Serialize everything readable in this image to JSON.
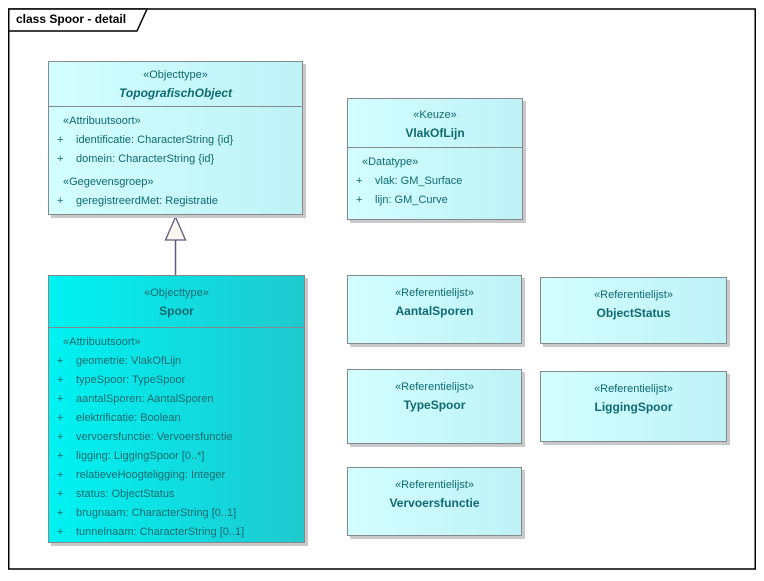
{
  "frame": {
    "label": "class Spoor - detail"
  },
  "colors": {
    "bright_cyan": "#00F2F2",
    "light_cyan": "#CFFDFE",
    "text_teal": "#0D6B70",
    "box_border": "#85898B",
    "shadow_gray": "#C9C9C9",
    "arrow_line": "#5A5E84"
  },
  "relationships": [
    {
      "type": "generalization",
      "from": "Spoor",
      "to": "TopografischObject"
    }
  ],
  "classes": [
    {
      "stereotype": "«Objecttype»",
      "name": "TopografischObject",
      "sections": [
        {
          "label": "«Attribuutsoort»",
          "attrs": [
            {
              "vis": "+",
              "text": "identificatie: CharacterString {id}"
            },
            {
              "vis": "+",
              "text": "domein: CharacterString {id}"
            }
          ]
        },
        {
          "label": "«Gegevensgroep»",
          "attrs": [
            {
              "vis": "+",
              "text": "geregistreerdMet: Registratie"
            }
          ]
        }
      ]
    },
    {
      "stereotype": "«Keuze»",
      "name": "VlakOfLijn",
      "sections": [
        {
          "label": "«Datatype»",
          "attrs": [
            {
              "vis": "+",
              "text": "vlak: GM_Surface"
            },
            {
              "vis": "+",
              "text": "lijn: GM_Curve"
            }
          ]
        }
      ]
    },
    {
      "stereotype": "«Objecttype»",
      "name": "Spoor",
      "sections": [
        {
          "label": "«Attribuutsoort»",
          "attrs": [
            {
              "vis": "+",
              "text": "geometrie: VlakOfLijn"
            },
            {
              "vis": "+",
              "text": "typeSpoor: TypeSpoor"
            },
            {
              "vis": "+",
              "text": "aantalSporen: AantalSporen"
            },
            {
              "vis": "+",
              "text": "elektrificatie: Boolean"
            },
            {
              "vis": "+",
              "text": "vervoersfunctie: Vervoersfunctie"
            },
            {
              "vis": "+",
              "text": "ligging: LiggingSpoor [0..*]"
            },
            {
              "vis": "+",
              "text": "relatieveHoogteligging: Integer"
            },
            {
              "vis": "+",
              "text": "status: ObjectStatus"
            },
            {
              "vis": "+",
              "text": "brugnaam: CharacterString [0..1]"
            },
            {
              "vis": "+",
              "text": "tunnelnaam: CharacterString [0..1]"
            }
          ]
        }
      ]
    },
    {
      "stereotype": "«Referentielijst»",
      "name": "AantalSporen"
    },
    {
      "stereotype": "«Referentielijst»",
      "name": "ObjectStatus"
    },
    {
      "stereotype": "«Referentielijst»",
      "name": "TypeSpoor"
    },
    {
      "stereotype": "«Referentielijst»",
      "name": "LiggingSpoor"
    },
    {
      "stereotype": "«Referentielijst»",
      "name": "Vervoersfunctie"
    }
  ]
}
